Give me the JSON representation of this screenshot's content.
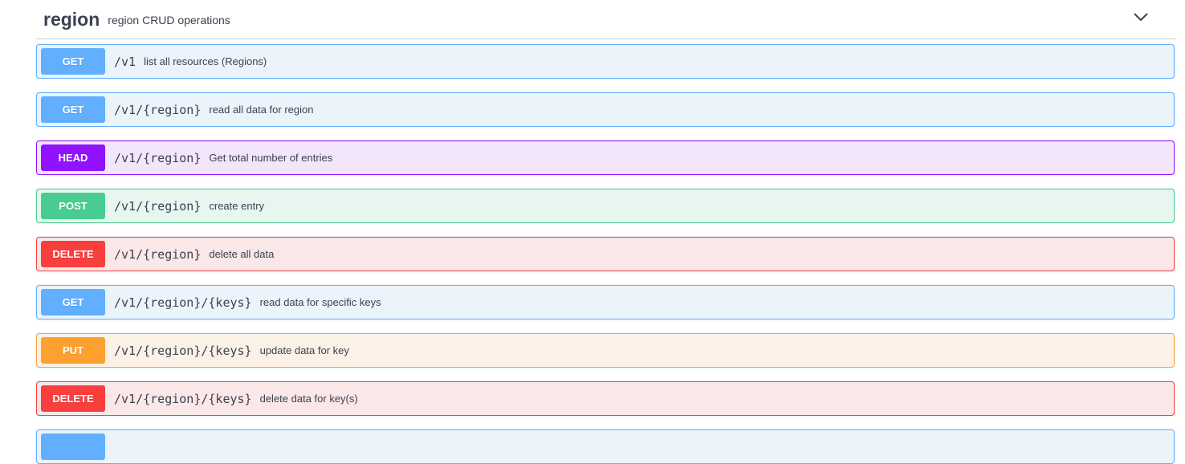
{
  "tag": {
    "name": "region",
    "description": "region CRUD operations",
    "toggle_icon": "chevron-down-icon"
  },
  "operations": [
    {
      "method": "GET",
      "path": "/v1",
      "summary": "list all resources (Regions)"
    },
    {
      "method": "GET",
      "path": "/v1/{region}",
      "summary": "read all data for region"
    },
    {
      "method": "HEAD",
      "path": "/v1/{region}",
      "summary": "Get total number of entries"
    },
    {
      "method": "POST",
      "path": "/v1/{region}",
      "summary": "create entry"
    },
    {
      "method": "DELETE",
      "path": "/v1/{region}",
      "summary": "delete all data"
    },
    {
      "method": "GET",
      "path": "/v1/{region}/{keys}",
      "summary": "read data for specific keys"
    },
    {
      "method": "PUT",
      "path": "/v1/{region}/{keys}",
      "summary": "update data for key"
    },
    {
      "method": "DELETE",
      "path": "/v1/{region}/{keys}",
      "summary": "delete data for key(s)"
    },
    {
      "method": "",
      "path": "",
      "summary": ""
    }
  ],
  "colors": {
    "GET": "#61affe",
    "HEAD": "#9012fe",
    "POST": "#49cc90",
    "DELETE": "#f93e3e",
    "PUT": "#fca130"
  }
}
